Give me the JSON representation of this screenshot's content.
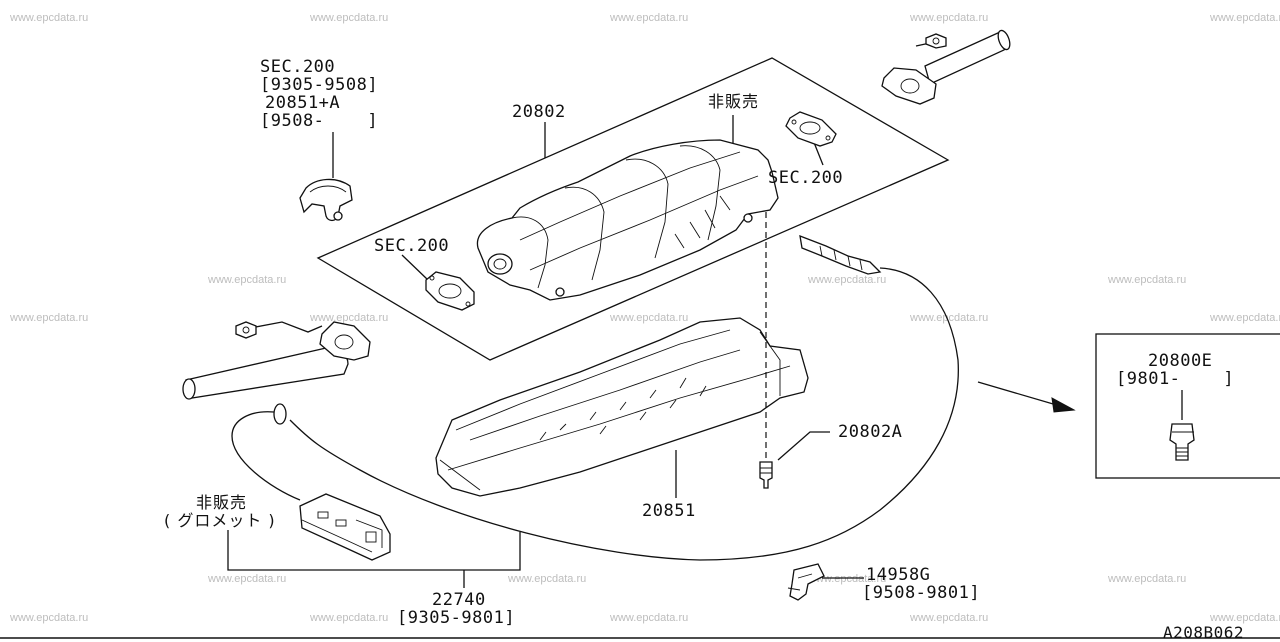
{
  "watermark": "www.epcdata.ru",
  "diagram_code": "A208B062",
  "labels": {
    "sec200_tl": "SEC.200",
    "range_9305_9508": "[9305-9508]",
    "part_20851A": "20851+A",
    "range_9508_open": "[9508-    ]",
    "part_20802": "20802",
    "not_for_sale_top": "非販売",
    "sec200_right": "SEC.200",
    "sec200_mid": "SEC.200",
    "part_20802A": "20802A",
    "part_20851": "20851",
    "not_for_sale_bottom": "非販売",
    "grommet": "( グロメット )",
    "part_22740": "22740",
    "range_9305_9801": "[9305-9801]",
    "part_14958G": "14958G",
    "range_9508_9801": "[9508-9801]",
    "inset_part_20800E": "20800E",
    "inset_range_9801": "[9801-    ]"
  }
}
